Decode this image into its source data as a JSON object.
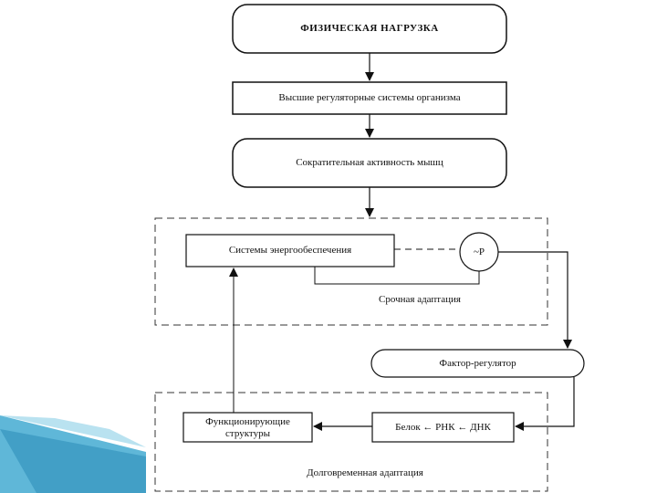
{
  "diagram": {
    "title_box": "ФИЗИЧЕСКАЯ НАГРУЗКА",
    "regulatory_systems": "Высшие регуляторные системы организма",
    "muscle_activity": "Сократительная активность мышц",
    "energy_systems": "Системы энергообеспечения",
    "p_circle": "~P",
    "urgent_adaptation": "Срочная адаптация",
    "factor_regulator": "Фактор-регулятор",
    "protein_chain": "Белок ← РНК ← ДНК",
    "functioning_structures_line1": "Функционирующие",
    "functioning_structures_line2": "структуры",
    "long_term_adaptation": "Долговременная адаптация"
  }
}
